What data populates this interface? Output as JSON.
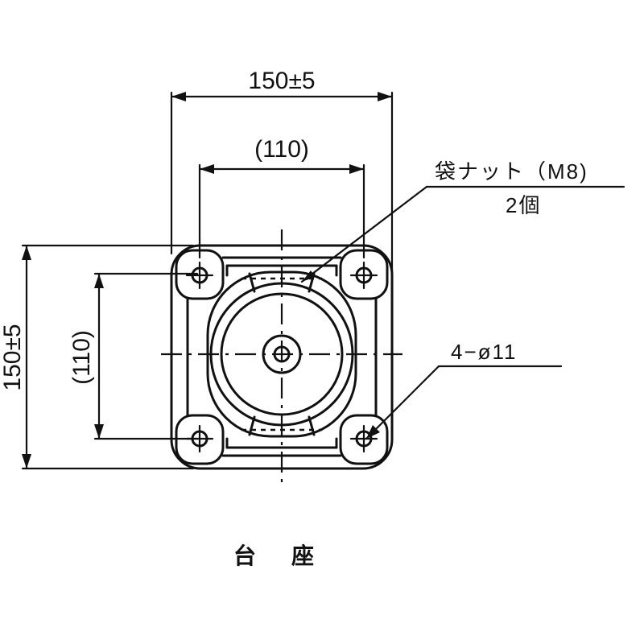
{
  "drawing": {
    "dim_overall_width": "150±5",
    "dim_inner_width": "(110)",
    "dim_overall_height": "150±5",
    "dim_inner_height": "(110)",
    "callout_nut_line1": "袋ナット（M8)",
    "callout_nut_line2": "2個",
    "callout_holes": "4−ø11",
    "title": "台座"
  }
}
